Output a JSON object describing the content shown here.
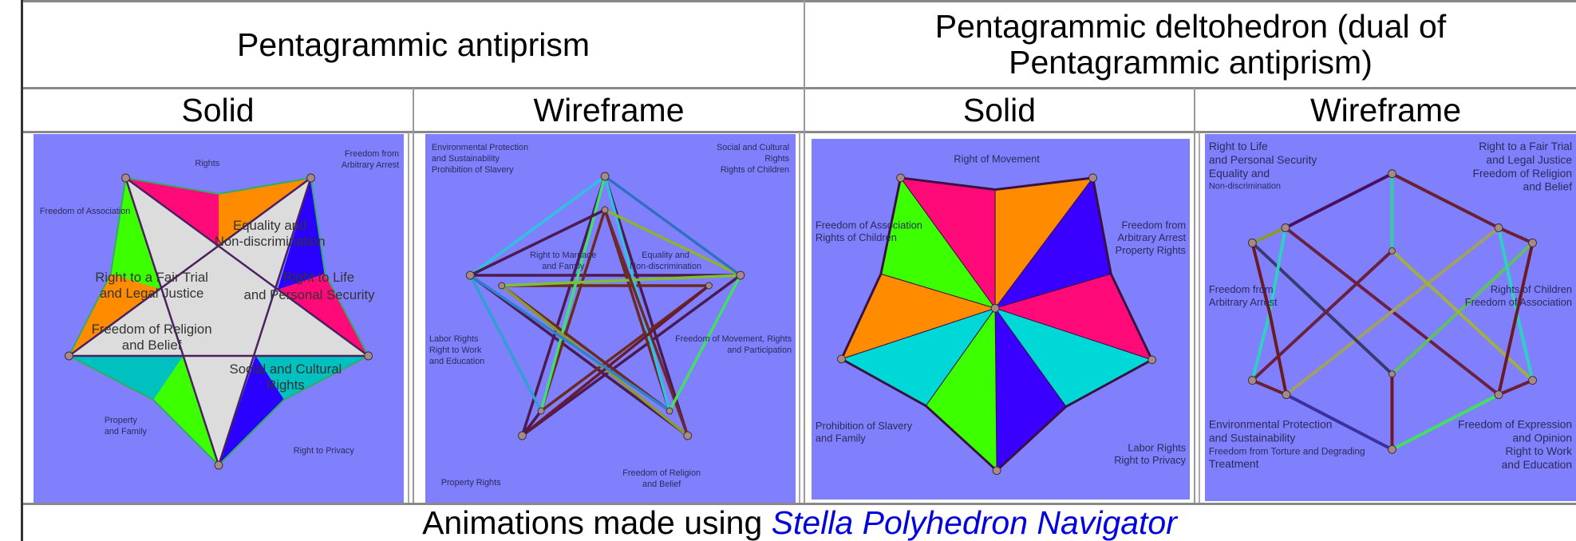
{
  "table": {
    "header": [
      {
        "title": "Pentagrammic antiprism"
      },
      {
        "title_line1": "Pentagrammic deltohedron (dual of",
        "title_line2": "Pentagrammic antiprism)"
      }
    ],
    "subheaders": [
      "Solid",
      "Wireframe",
      "Solid",
      "Wireframe"
    ],
    "images": [
      {
        "view": "solid",
        "shape": "pentagrammic-antiprism",
        "labels": [
          "Equality and",
          "Non-discrimination",
          "Right to a Fair Trial",
          "and Legal Justice",
          "Freedom of Religion",
          "and Belief",
          "Right to Life",
          "and Personal Security",
          "Social and Cultural",
          "Rights",
          "Freedom of Association",
          "Freedom from",
          "Arbitrary Arrest",
          "Right to Privacy",
          "Property",
          "and Family",
          "Rights"
        ]
      },
      {
        "view": "wireframe",
        "shape": "pentagrammic-antiprism",
        "labels": [
          "Environmental Protection",
          "and Sustainability",
          "Prohibition of Slavery",
          "Social and Cultural",
          "Rights",
          "Rights of Children",
          "Right to Marriage",
          "and Family",
          "Equality and",
          "Non-discrimination",
          "Labor Rights",
          "Right to Work",
          "and Education",
          "Freedom of Movement, Rights",
          "and Participation",
          "Property Rights",
          "Freedom of Religion",
          "and Belief"
        ]
      },
      {
        "view": "solid",
        "shape": "pentagrammic-deltohedron",
        "labels": [
          "Right of Movement",
          "Freedom of Association",
          "Rights of Children",
          "Freedom from",
          "Arbitrary Arrest",
          "Property Rights",
          "Prohibition of Slavery",
          "and Family",
          "Labor Rights",
          "Right to Privacy"
        ]
      },
      {
        "view": "wireframe",
        "shape": "pentagrammic-deltohedron",
        "labels": [
          "Right to Life",
          "and Personal Security",
          "Equality and",
          "Non-discrimination",
          "Right to a Fair Trial",
          "and Legal Justice",
          "Freedom of Religion",
          "and Belief",
          "Freedom from",
          "Arbitrary Arrest",
          "Rights of Children",
          "Freedom of Association",
          "Environmental Protection",
          "and Sustainability",
          "Freedom from Torture and Degrading",
          "Treatment",
          "Freedom of Expression",
          "and Opinion",
          "Right to Work",
          "and Education"
        ]
      }
    ],
    "caption": {
      "text": "Animations made using ",
      "link": "Stella Polyhedron Navigator"
    }
  },
  "colors": {
    "background": "#8080fc",
    "pink": "#ff0a78",
    "orange": "#ff8c00",
    "green": "#3cff00",
    "blue": "#2a00ff",
    "cyan": "#00c8c8",
    "gray": "#dcdcdc",
    "link": "#0000dd"
  }
}
